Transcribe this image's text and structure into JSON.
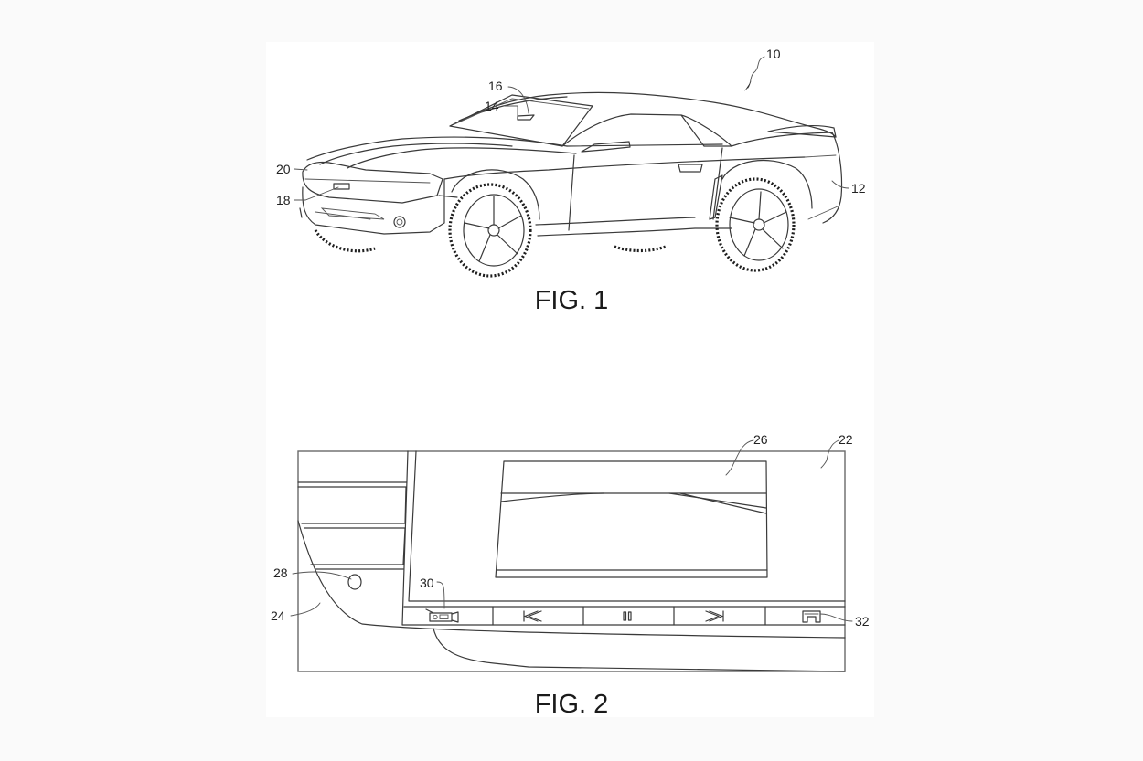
{
  "document": {
    "type": "patent-drawing-sheet",
    "background": "#fafafa",
    "sheet_color": "#ffffff",
    "line_color": "#3a3a3a"
  },
  "figures": [
    {
      "caption": "FIG. 1",
      "subject": "vehicle-perspective-view",
      "reference_numerals": {
        "vehicle": "10",
        "rear": "12",
        "windshield": "14",
        "windshield_marker": "16",
        "front_camera": "18",
        "front_grille": "20"
      }
    },
    {
      "caption": "FIG. 2",
      "subject": "instrument-panel-display",
      "reference_numerals": {
        "panel": "22",
        "console": "24",
        "display_screen": "26",
        "button": "28",
        "camera_button": "30",
        "park_button": "32"
      },
      "control_strip": [
        {
          "icon": "video-camera-icon",
          "label": "camera"
        },
        {
          "icon": "rewind-icon",
          "label": "previous"
        },
        {
          "icon": "pause-icon",
          "label": "pause"
        },
        {
          "icon": "fast-forward-icon",
          "label": "next"
        },
        {
          "icon": "parking-icon",
          "label": "park"
        }
      ]
    }
  ]
}
